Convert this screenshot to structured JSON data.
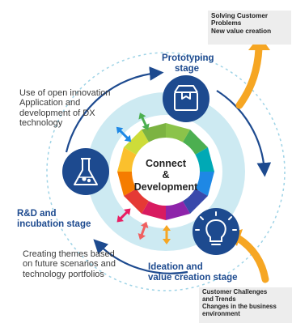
{
  "center": {
    "line1": "Connect",
    "line2": "&",
    "line3": "Development"
  },
  "stages": {
    "prototyping": {
      "line1": "Prototyping",
      "line2": "stage",
      "icon": "package-icon",
      "color": "#1d4a8f"
    },
    "rd": {
      "line1": "R&D and",
      "line2": "incubation stage",
      "icon": "flask-icon",
      "color": "#1d4a8f"
    },
    "ideation": {
      "line1": "Ideation and",
      "line2": "value creation stage",
      "icon": "lightbulb-icon",
      "color": "#1d4a8f"
    }
  },
  "descriptions": {
    "open_innovation": {
      "line1": "Use of open innovation",
      "line2": "Application and",
      "line3": "development of DX",
      "line4": "technology"
    },
    "themes": {
      "line1": "Creating themes based",
      "line2": "on future scenarios and",
      "line3": "technology portfolios"
    }
  },
  "boxes": {
    "output": {
      "line1": "Solving Customer",
      "line2": "Problems",
      "line3": "New value creation"
    },
    "input": {
      "line1": "Customer Challenges",
      "line2": "and Trends",
      "line3": "Changes in the business",
      "line4": "environment"
    }
  },
  "colors": {
    "ring": "#cdeaf2",
    "dashed_circle": "#9ed3e6",
    "arrow_orange": "#f6a623",
    "cycle_arrow": "#1d4a8f",
    "octagon_segments": [
      "#8bc34a",
      "#4caf50",
      "#00a9b5",
      "#1e88e5",
      "#3949ab",
      "#8e24aa",
      "#d81b60",
      "#e53935",
      "#f57c00",
      "#fbc02d",
      "#cddc39",
      "#7cb342"
    ]
  }
}
